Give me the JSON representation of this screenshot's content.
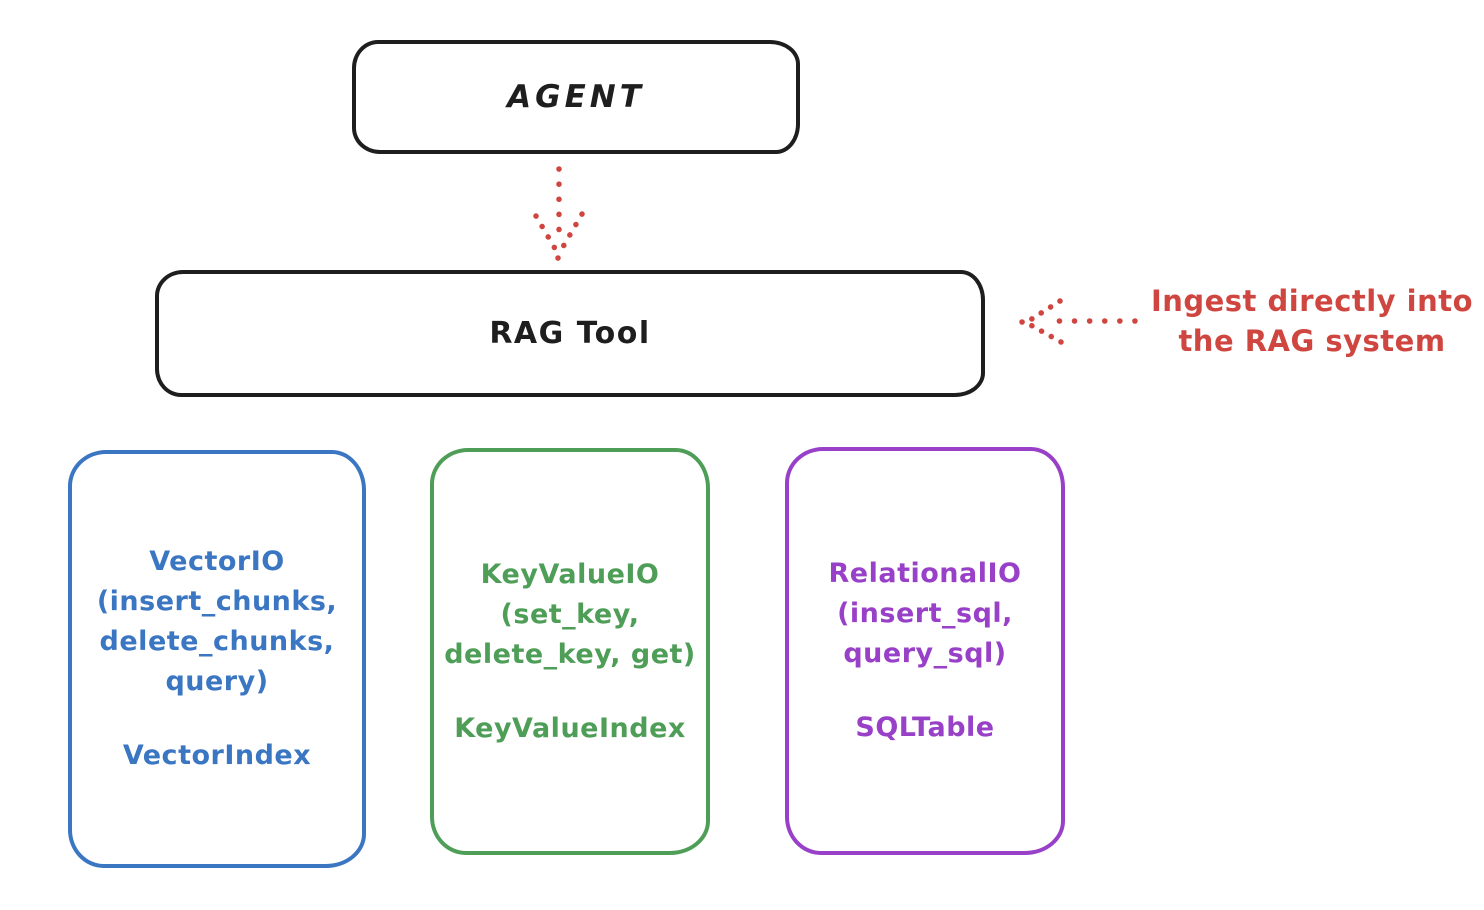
{
  "agent": {
    "label": "AGENT"
  },
  "rag_tool": {
    "label": "RAG Tool"
  },
  "annotation": {
    "line1": "Ingest directly into",
    "line2": "the RAG system"
  },
  "arrows": [
    {
      "name": "agent-to-rag-tool-arrow",
      "style": "dotted",
      "direction": "down"
    },
    {
      "name": "ingest-into-rag-arrow",
      "style": "dotted",
      "direction": "left"
    }
  ],
  "backends": [
    {
      "name": "vector-io",
      "color": "#3a76c2",
      "lines": [
        "VectorIO",
        "(insert_chunks,",
        "delete_chunks,",
        "query)"
      ],
      "index": "VectorIndex"
    },
    {
      "name": "key-value-io",
      "color": "#4e9e58",
      "lines": [
        "KeyValueIO",
        "(set_key,",
        "delete_key, get)"
      ],
      "index": "KeyValueIndex"
    },
    {
      "name": "relational-io",
      "color": "#9840c8",
      "lines": [
        "RelationalIO",
        "(insert_sql,",
        "query_sql)"
      ],
      "index": "SQLTable"
    }
  ],
  "colors": {
    "stroke_black": "#1e1e1e",
    "arrow_red": "#cf453f",
    "blue": "#3a76c2",
    "green": "#4e9e58",
    "purple": "#9840c8",
    "background": "#ffffff"
  }
}
